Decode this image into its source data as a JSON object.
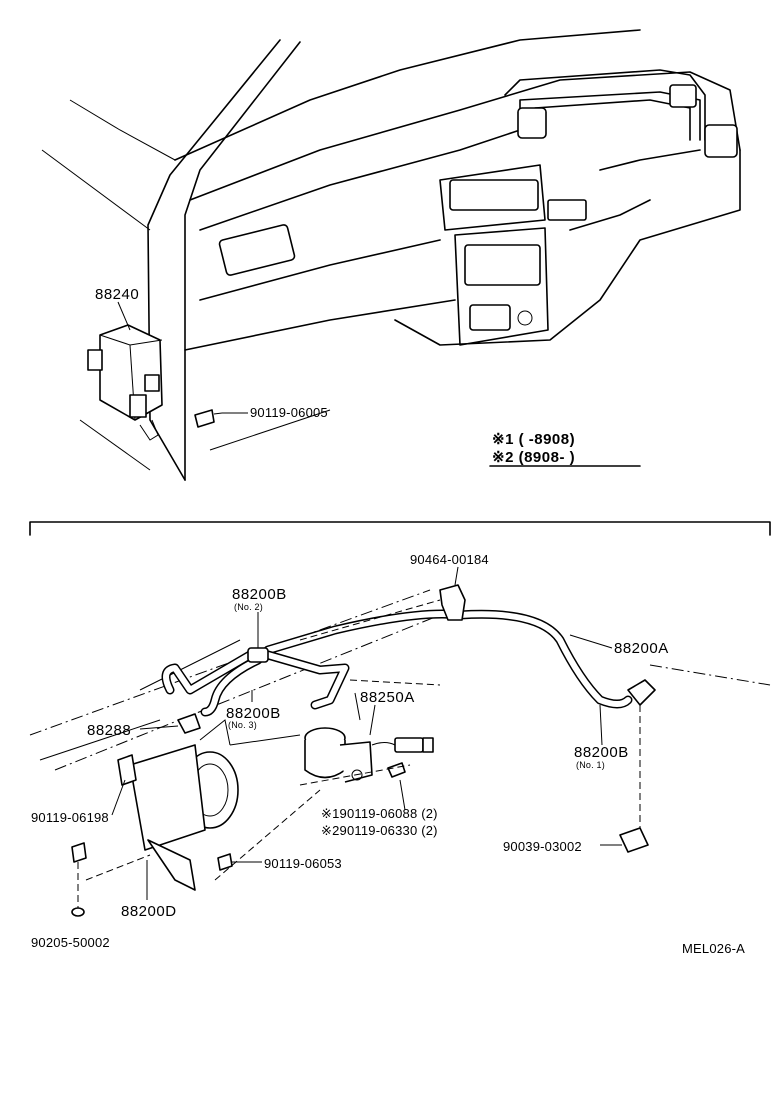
{
  "top_section": {
    "labels": {
      "computer": "88240",
      "screw_top": "90119-06005"
    },
    "legend": {
      "line1_mark": "※1",
      "line1_text": "(       -8908)",
      "line2_mark": "※2",
      "line2_text": "(8908-        )"
    }
  },
  "bottom_section": {
    "labels": {
      "clamp": "90464-00184",
      "hose_no2": "88200B",
      "hose_no2_sub": "(No. 2)",
      "hose_a": "88200A",
      "valve": "88250A",
      "vacuum_check": "88288",
      "hose_no3": "88200B",
      "hose_no3_sub": "(No. 3)",
      "hose_no1": "88200B",
      "hose_no1_sub": "(No. 1)",
      "bolt_left": "90119-06198",
      "bolt_v1": "※190119-06088 (2)",
      "bolt_v2": "※290119-06330 (2)",
      "cap": "90039-03002",
      "screw_mid": "90119-06053",
      "actuator": "88200D",
      "washer": "90205-50002"
    },
    "diagram_code": "MEL026-A"
  },
  "icons": [
    "dashboard-outline",
    "control-computer",
    "actuator",
    "vacuum-valve",
    "vacuum-hose",
    "clamp",
    "cap",
    "bolt"
  ]
}
